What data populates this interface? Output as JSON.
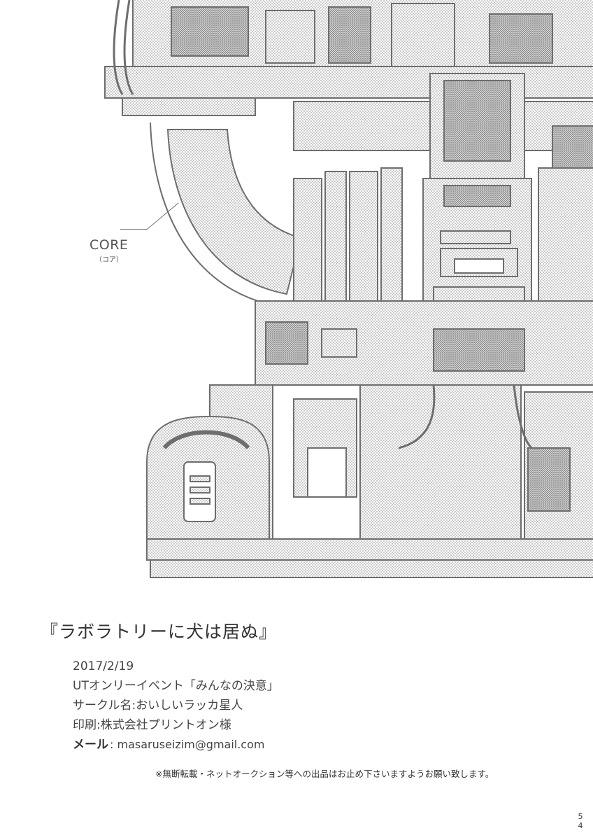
{
  "illustration": {
    "callout_label": "CORE",
    "callout_reading": "（コア）",
    "line_color": "#777777",
    "tone_color": "#9a9a9a"
  },
  "colophon": {
    "title": "『ラボラトリーに犬は居ぬ』",
    "date": "2017/2/19",
    "event": "UTオンリーイベント「みんなの決意」",
    "circle": "サークル名:おいしいラッカ星人",
    "printer": "印刷:株式会社プリントオン様",
    "mail_label": "メール",
    "mail_value": ": masaruseizim@gmail.com",
    "notice": "※無断転載・ネットオークション等への出品はお止め下さいますようお願い致します。"
  },
  "page_number": {
    "digit1": "5",
    "digit2": "4"
  }
}
